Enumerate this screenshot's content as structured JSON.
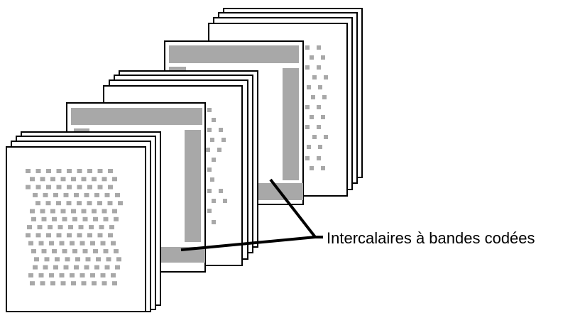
{
  "callout": {
    "label": "Intercalaires à bandes codées"
  },
  "colors": {
    "page_outline": "#000000",
    "coded_band": "#a8a8a8",
    "leader_line": "#000000"
  },
  "stacks": [
    {
      "name": "document-stack-front",
      "sheets": 4,
      "has_coded_bands": false
    },
    {
      "name": "document-stack-middle",
      "sheets": 5,
      "has_coded_bands": true
    },
    {
      "name": "document-stack-back",
      "sheets": 5,
      "has_coded_bands": true
    }
  ]
}
